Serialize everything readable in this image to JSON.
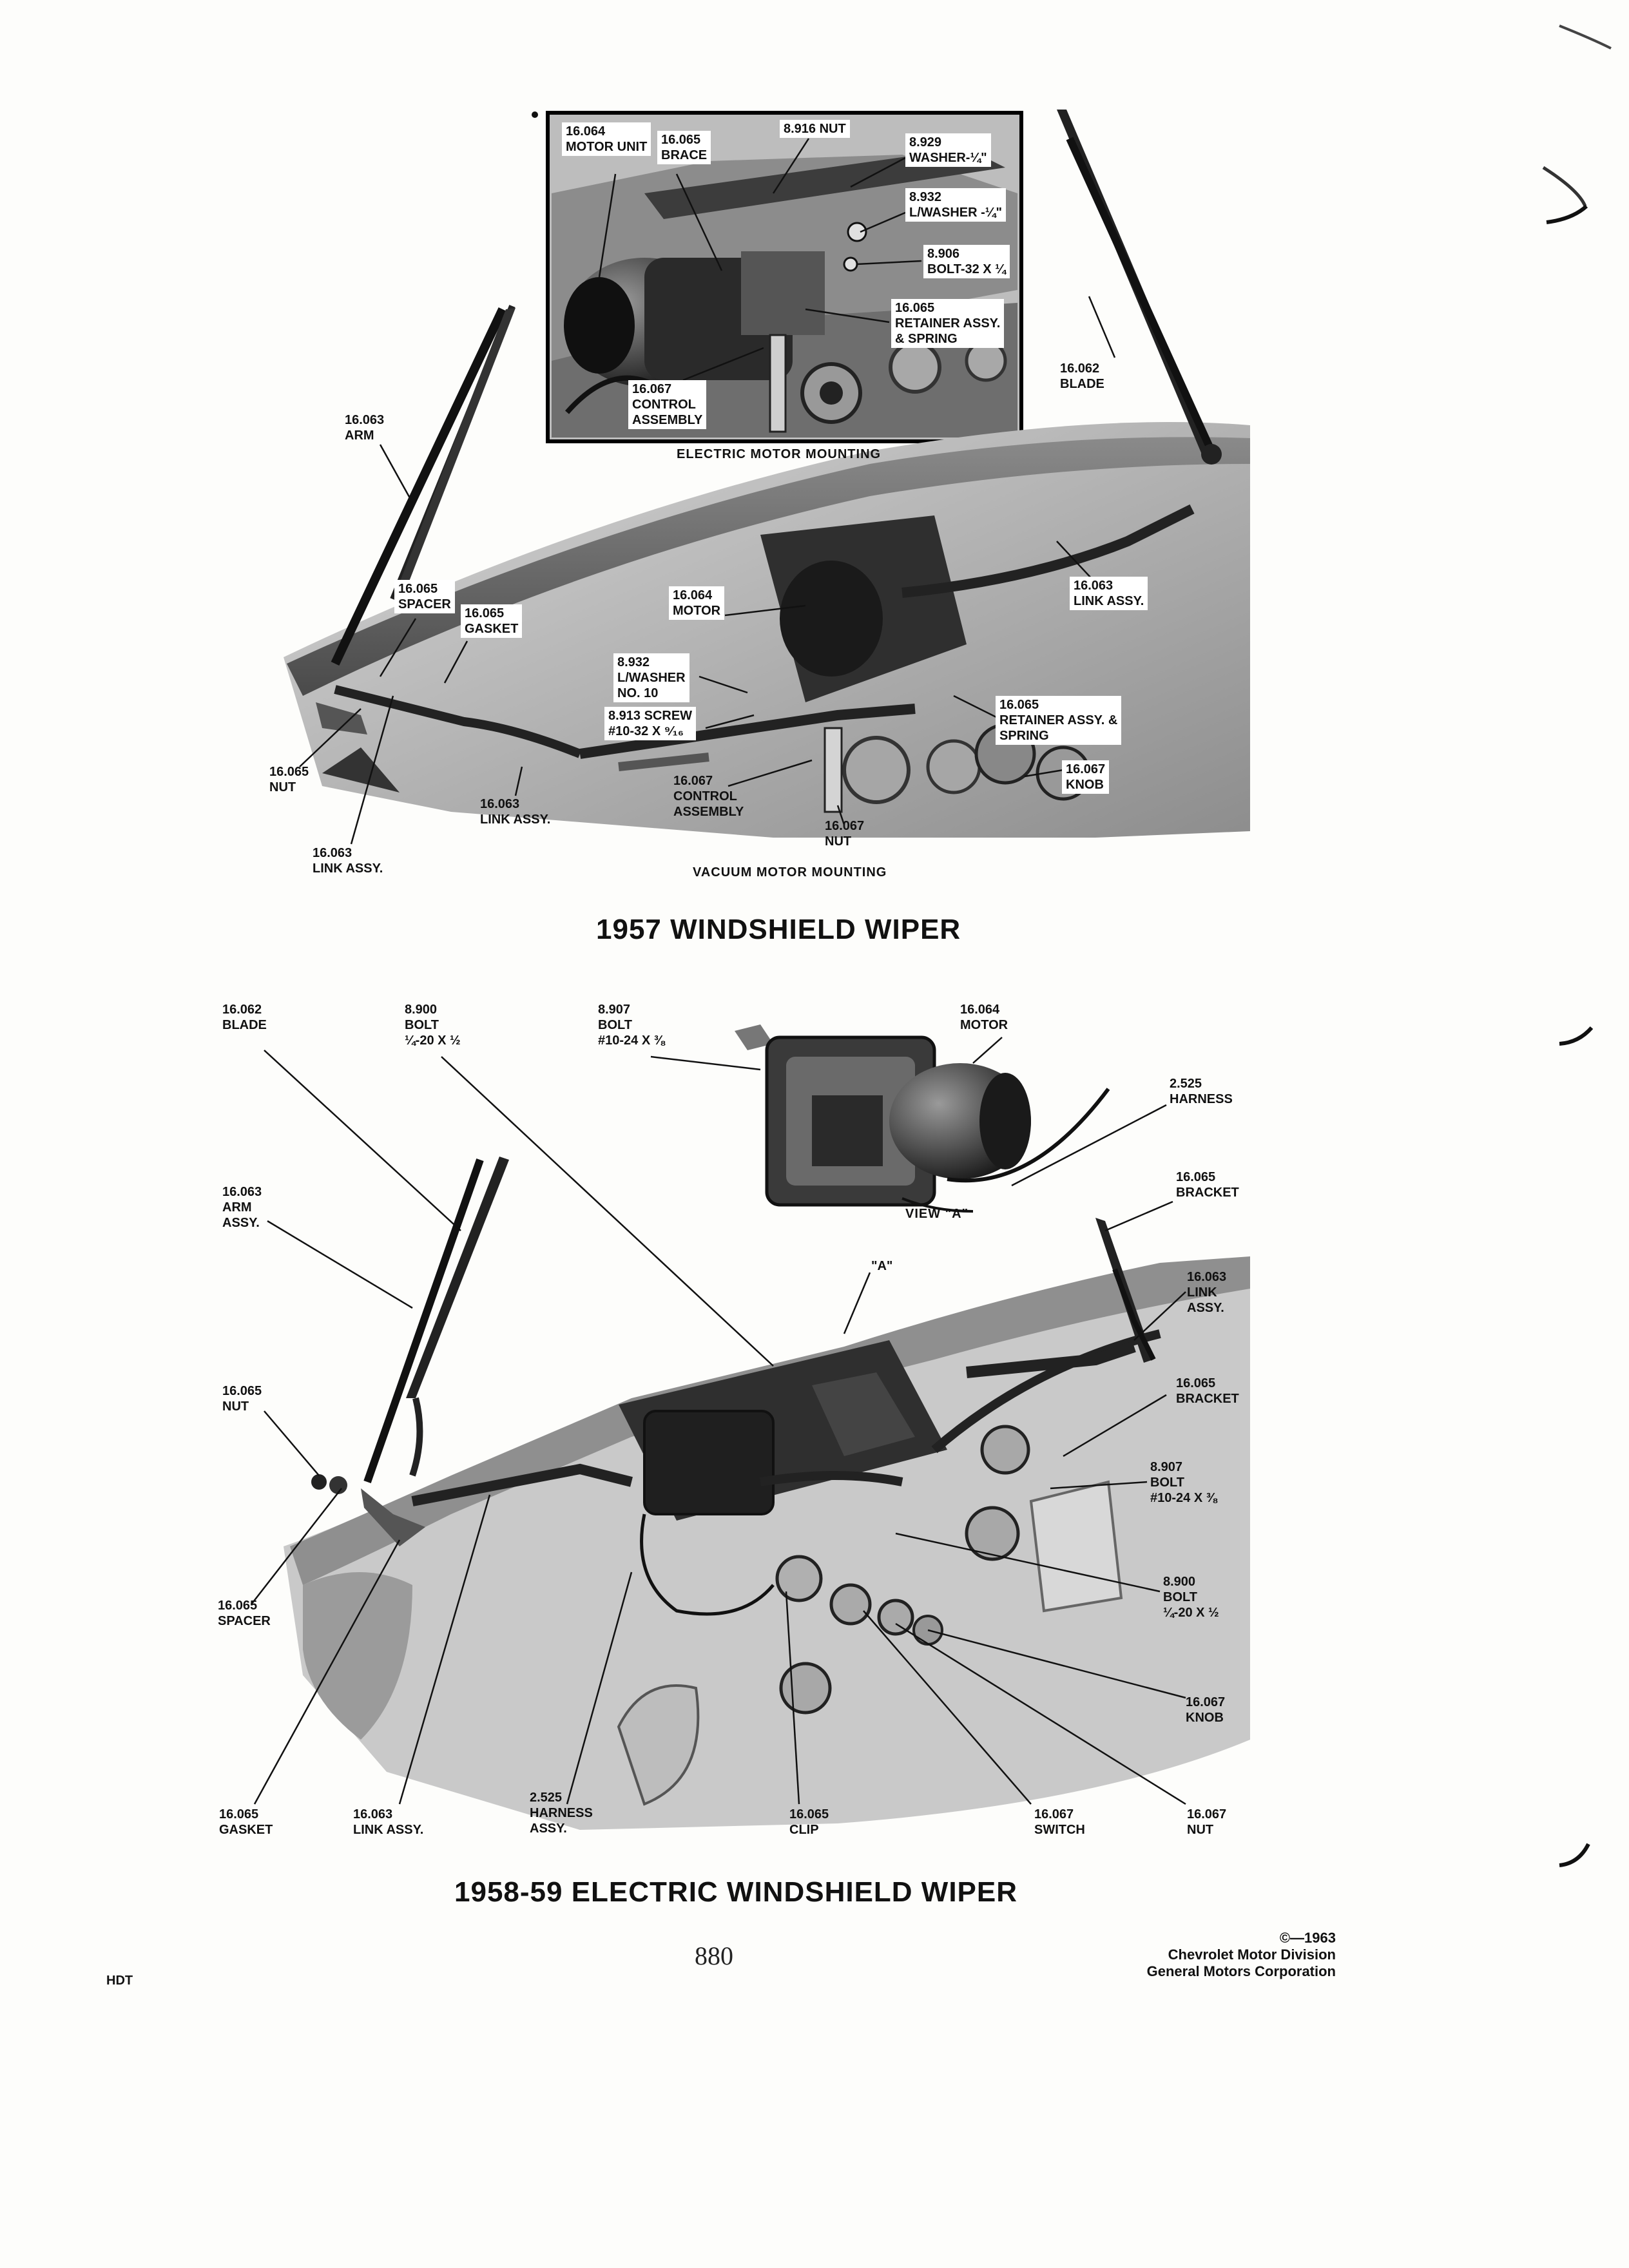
{
  "diagram_1957": {
    "inset_caption": "ELECTRIC MOTOR MOUNTING",
    "main_caption": "VACUUM MOTOR MOUNTING",
    "title": "1957 WINDSHIELD WIPER",
    "labels": [
      "16.064\nMOTOR UNIT",
      "16.065\nBRACE",
      "8.916 NUT",
      "8.929\nWASHER-¼\"",
      "8.932\nL/WASHER -¼\"",
      "8.906\nBOLT-32 x ¼",
      "16.065\nRETAINER ASSY.\n& SPRING",
      "16.067\nCONTROL\nASSEMBLY",
      "16.062\nBLADE",
      "16.063\nARM",
      "16.065\nSPACER",
      "16.065\nGASKET",
      "16.064\nMOTOR",
      "16.063\nLINK ASSY.",
      "8.932\nL/WASHER\nNO. 10",
      "8.913 SCREW\n#10-32 x ⁹⁄₁₆",
      "16.065\nRETAINER ASSY. &\nSPRING",
      "16.067\nKNOB",
      "16.065\nNUT",
      "16.063\nLINK ASSY.",
      "16.067\nCONTROL\nASSEMBLY",
      "16.067\nNUT",
      "16.063\nLINK ASSY."
    ]
  },
  "diagram_1958": {
    "view_caption": "VIEW \"A\"",
    "view_marker": "\"A\"",
    "title": "1958-59 ELECTRIC WINDSHIELD WIPER",
    "labels": [
      "16.062\nBLADE",
      "8.900\nBOLT\n¼-20 x ½",
      "8.907\nBOLT\n#10-24 x ⅜",
      "16.064\nMOTOR",
      "2.525\nHARNESS",
      "16.065\nBRACKET",
      "16.063\nARM\nASSY.",
      "16.063\nLINK\nASSY.",
      "16.065\nNUT",
      "16.065\nBRACKET",
      "8.907\nBOLT\n#10-24 x ⅜",
      "8.900\nBOLT\n¼-20 x ½",
      "16.065\nSPACER",
      "16.067\nKNOB",
      "16.065\nGASKET",
      "16.063\nLINK ASSY.",
      "2.525\nHARNESS\nASSY.",
      "16.065\nCLIP",
      "16.067\nSWITCH",
      "16.067\nNUT"
    ]
  },
  "footer": {
    "page_number": "880",
    "copyright": "©—1963",
    "publisher_line1": "Chevrolet Motor Division",
    "publisher_line2": "General Motors Corporation",
    "code": "HDT"
  }
}
